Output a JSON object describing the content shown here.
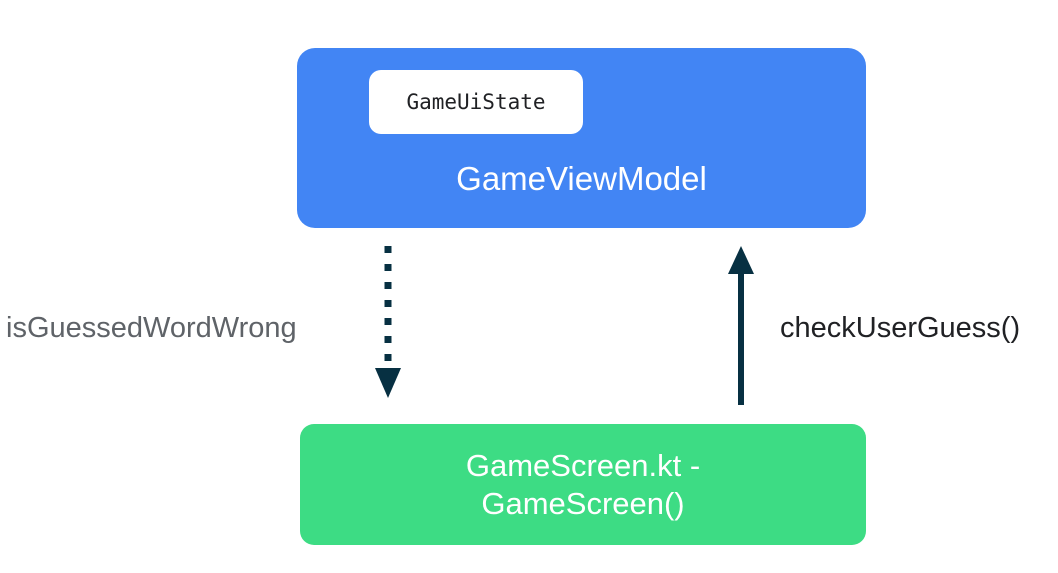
{
  "colors": {
    "viewmodel_box": "#4285F4",
    "screen_box": "#3DDC84",
    "arrow": "#073042",
    "left_label": "#5F6368",
    "right_label": "#202124",
    "badge_bg": "#FFFFFF",
    "badge_text": "#202124",
    "box_text": "#FFFFFF"
  },
  "diagram": {
    "viewmodel": {
      "badge": "GameUiState",
      "label": "GameViewModel"
    },
    "screen": {
      "label_line1": "GameScreen.kt -",
      "label_line2": "GameScreen()"
    },
    "arrows": {
      "down_label": "isGuessedWordWrong",
      "up_label": "checkUserGuess()"
    }
  }
}
